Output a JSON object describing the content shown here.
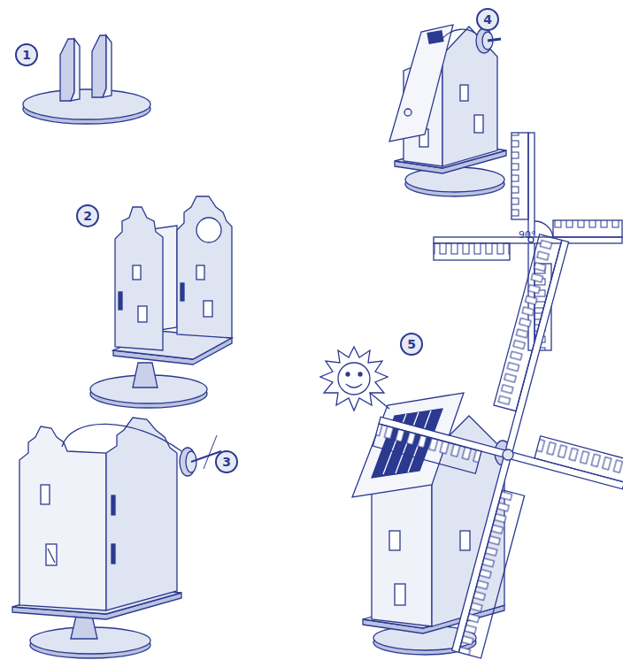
{
  "diagram": {
    "nodes": [
      {
        "text": [
          "1"
        ]
      },
      {
        "text": [
          "2"
        ]
      },
      {
        "text": [
          "3"
        ]
      },
      {
        "text": [
          "4"
        ]
      },
      {
        "text": [
          "5"
        ]
      }
    ],
    "labels": [
      "90°"
    ]
  }
}
